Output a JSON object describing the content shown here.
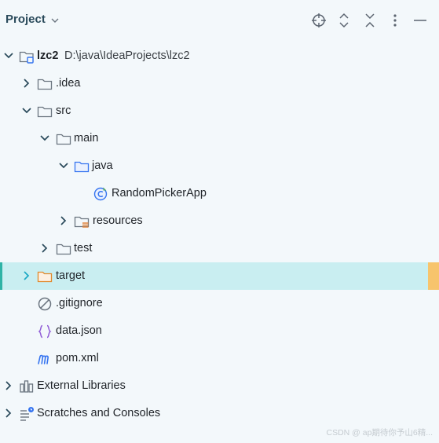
{
  "header": {
    "title": "Project"
  },
  "toolbar": {
    "icons": [
      "locate-icon",
      "expand-all-icon",
      "collapse-all-icon",
      "more-options-icon",
      "minimize-icon"
    ]
  },
  "tree": {
    "root": {
      "label": "lzc2",
      "path": "D:\\java\\IdeaProjects\\lzc2"
    },
    "idea": {
      "label": ".idea"
    },
    "src": {
      "label": "src"
    },
    "main": {
      "label": "main"
    },
    "java": {
      "label": "java"
    },
    "app": {
      "label": "RandomPickerApp"
    },
    "resources": {
      "label": "resources"
    },
    "test": {
      "label": "test"
    },
    "target": {
      "label": "target"
    },
    "gitignore": {
      "label": ".gitignore"
    },
    "datajson": {
      "label": "data.json"
    },
    "pom": {
      "label": "pom.xml"
    },
    "libraries": {
      "label": "External Libraries"
    },
    "scratches": {
      "label": "Scratches and Consoles"
    }
  },
  "colors": {
    "selection": "#c9eef1",
    "accent": "#2fb3a6",
    "marker": "#f7c46c",
    "folder_blue": "#3574f0"
  },
  "watermark": "CSDN @ ap期待你予山6精..."
}
